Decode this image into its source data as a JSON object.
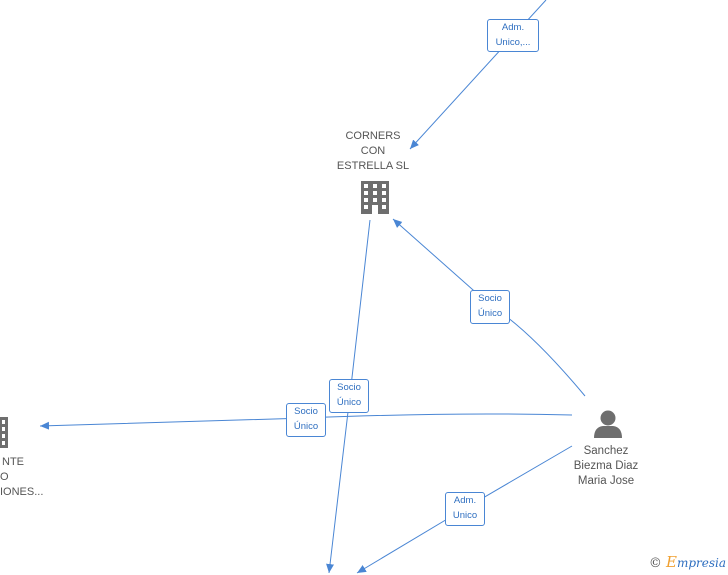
{
  "nodes": {
    "corners": {
      "line1": "CORNERS",
      "line2": "CON",
      "line3": "ESTRELLA  SL",
      "icon": "building-icon"
    },
    "left_company": {
      "line1": "NTE",
      "line2": "O",
      "line3": "IONES...",
      "icon": "building-icon"
    },
    "person": {
      "line1": "Sanchez",
      "line2": "Biezma Diaz",
      "line3": "Maria Jose",
      "icon": "person-icon"
    }
  },
  "edges": {
    "top_adm": {
      "line1": "Adm.",
      "line2": "Unico,..."
    },
    "person_to_corners": {
      "line1": "Socio",
      "line2": "Único"
    },
    "person_to_left": {
      "line1": "Socio",
      "line2": "Único"
    },
    "corners_to_bottom": {
      "line1": "Socio",
      "line2": "Único"
    },
    "person_to_bottom": {
      "line1": "Adm.",
      "line2": "Unico"
    }
  },
  "watermark": {
    "copyright": "©",
    "brand_initial": "E",
    "brand_rest": "mpresia"
  },
  "colors": {
    "edge": "#4a86d4",
    "icon": "#6e6e6e",
    "text": "#555555"
  }
}
